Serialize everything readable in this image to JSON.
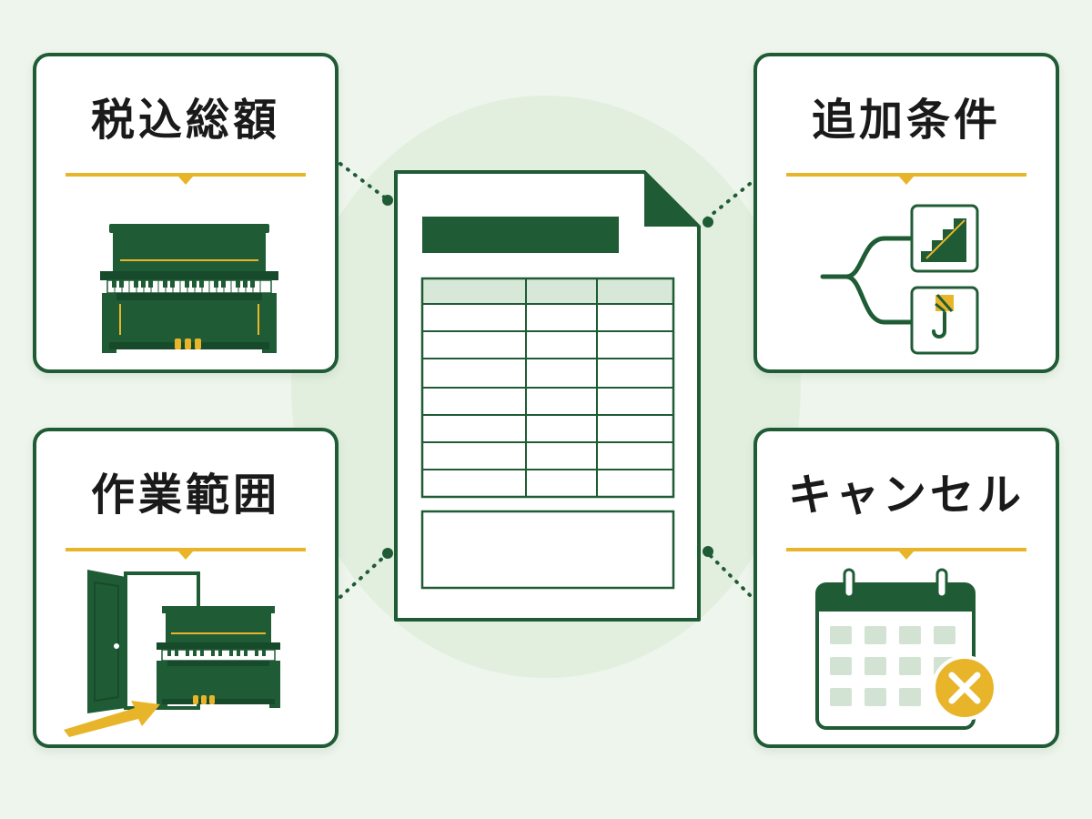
{
  "cards": {
    "top_left": {
      "title": "税込総額",
      "icon": "upright-piano-icon"
    },
    "top_right": {
      "title": "追加条件",
      "icon": "branch-stairs-crane-hook-icon"
    },
    "bottom_left": {
      "title": "作業範囲",
      "icon": "doorway-piano-arrow-icon"
    },
    "bottom_right": {
      "title": "キャンセル",
      "icon": "calendar-cancel-icon"
    }
  },
  "document": {
    "icon": "quote-document-icon"
  },
  "colors": {
    "primary_green": "#1f5c35",
    "accent_yellow": "#e8b52a",
    "background": "#eef5ec",
    "halo": "#e2efdf",
    "table_header": "#d8e8d8"
  }
}
